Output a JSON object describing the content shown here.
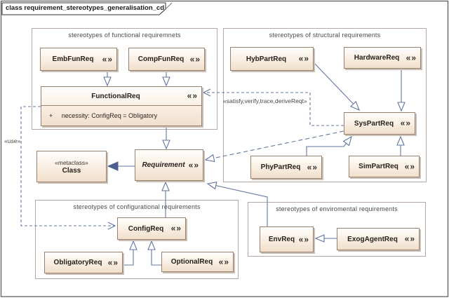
{
  "frame_title": "class requirement_stereotypes_generalisation_cd",
  "icons": {
    "stereotype": "«»"
  },
  "packages": {
    "functional": "stereotypes of functional requiremnets",
    "structural": "stereotypes of structural requirements",
    "configurational": "stereotypes of configurational requirements",
    "environmental": "stereotypes of enviromental requirements"
  },
  "classes": {
    "embfunreq": "EmbFunReq",
    "compfunreq": "CompFunReq",
    "functionalreq": "FunctionalReq",
    "hybpartreq": "HybPartReq",
    "hardwarereq": "HardwareReq",
    "syspartreq": "SysPartReq",
    "phypartreq": "PhyPartReq",
    "simpartreq": "SimPartReq",
    "requirement": "Requirement",
    "configreq": "ConfigReq",
    "obligatoryreq": "ObligatoryReq",
    "optionalreq": "OptionalReq",
    "envreq": "EnvReq",
    "exogagentreq": "ExogAgentReq"
  },
  "metaclass_box": {
    "stereotype": "«metaclass»",
    "name": "Class"
  },
  "functionalreq_attribute": "+     necessity: ConfigReq = Obligatory",
  "edge_labels": {
    "use": "«use»",
    "satisfy": "«satisfy,verify,trace,deriveReqt»"
  },
  "colors": {
    "line": "#6276a2",
    "box_border": "#99816f",
    "box_fill_bottom": "#f1dfcb",
    "package_border": "#b2a7a1"
  },
  "relations": [
    {
      "from": "EmbFunReq",
      "to": "FunctionalReq",
      "type": "generalization"
    },
    {
      "from": "CompFunReq",
      "to": "FunctionalReq",
      "type": "generalization"
    },
    {
      "from": "FunctionalReq",
      "to": "Requirement",
      "type": "generalization"
    },
    {
      "from": "Requirement",
      "to": "Class",
      "type": "extension"
    },
    {
      "from": "ConfigReq",
      "to": "Requirement",
      "type": "generalization"
    },
    {
      "from": "ObligatoryReq",
      "to": "ConfigReq",
      "type": "generalization"
    },
    {
      "from": "OptionalReq",
      "to": "ConfigReq",
      "type": "generalization"
    },
    {
      "from": "HybPartReq",
      "to": "SysPartReq",
      "type": "generalization"
    },
    {
      "from": "HardwareReq",
      "to": "SysPartReq",
      "type": "generalization"
    },
    {
      "from": "PhyPartReq",
      "to": "SysPartReq",
      "type": "generalization"
    },
    {
      "from": "SimPartReq",
      "to": "SysPartReq",
      "type": "generalization"
    },
    {
      "from": "SysPartReq",
      "to": "Requirement",
      "type": "generalization-dashed"
    },
    {
      "from": "EnvReq",
      "to": "Requirement",
      "type": "generalization"
    },
    {
      "from": "ExogAgentReq",
      "to": "EnvReq",
      "type": "generalization"
    },
    {
      "from": "SysPartReq",
      "to": "FunctionalReq",
      "type": "dependency",
      "label": "«satisfy,verify,trace,deriveReqt»"
    },
    {
      "from": "FunctionalReq",
      "to": "ConfigReq",
      "type": "dependency",
      "label": "«use»"
    }
  ]
}
